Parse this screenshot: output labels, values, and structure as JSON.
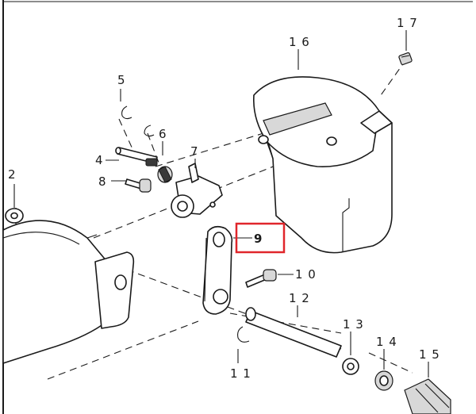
{
  "callouts": [
    {
      "id": "c2",
      "text": "2"
    },
    {
      "id": "c4",
      "text": "4"
    },
    {
      "id": "c5",
      "text": "5"
    },
    {
      "id": "c6",
      "text": "6"
    },
    {
      "id": "c7",
      "text": "7"
    },
    {
      "id": "c8",
      "text": "8"
    },
    {
      "id": "c9",
      "text": "9"
    },
    {
      "id": "c10",
      "text": "1 0"
    },
    {
      "id": "c11",
      "text": "1 1"
    },
    {
      "id": "c12",
      "text": "1 2"
    },
    {
      "id": "c13",
      "text": "1 3"
    },
    {
      "id": "c14",
      "text": "1 4"
    },
    {
      "id": "c15",
      "text": "1 5"
    },
    {
      "id": "c16",
      "text": "1 6"
    },
    {
      "id": "c17",
      "text": "1 7"
    }
  ],
  "highlight": {
    "target": "c9",
    "color": "#e0262b"
  },
  "colors": {
    "line": "#1a1a1a",
    "shade": "#d8d8d8"
  }
}
